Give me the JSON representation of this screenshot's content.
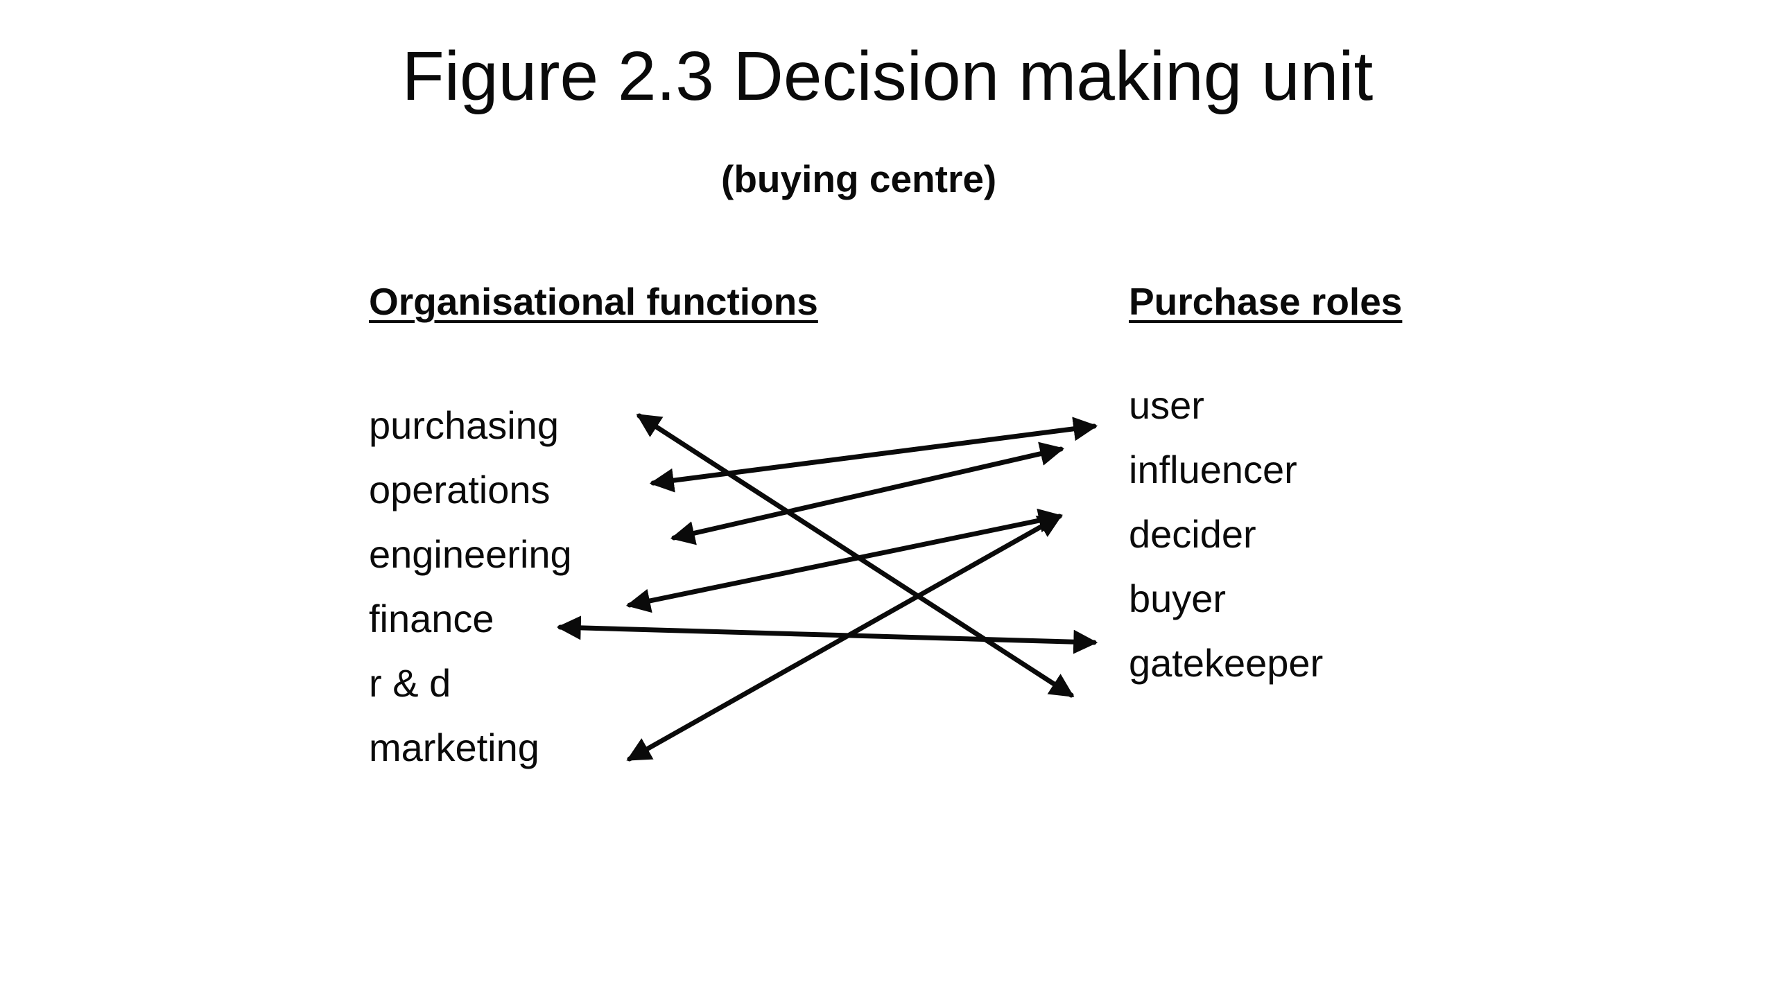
{
  "title": "Figure 2.3 Decision making unit",
  "subtitle": "(buying centre)",
  "left_column": {
    "heading": "Organisational functions",
    "items": [
      "purchasing",
      "operations",
      "engineering",
      "finance",
      "r & d",
      "marketing"
    ]
  },
  "right_column": {
    "heading": "Purchase roles",
    "items": [
      "user",
      "influencer",
      "decider",
      "buyer",
      "gatekeeper"
    ]
  },
  "colors": {
    "text": "#0a0a0a",
    "background": "#ffffff"
  }
}
